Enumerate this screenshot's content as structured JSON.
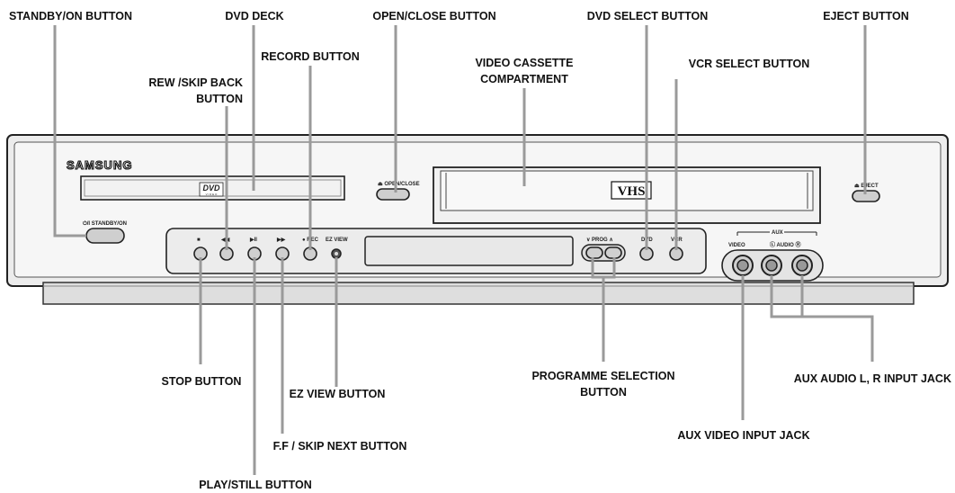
{
  "callouts": {
    "standby_on": "STANDBY/ON BUTTON",
    "dvd_deck": "DVD DECK",
    "open_close": "OPEN/CLOSE BUTTON",
    "dvd_select": "DVD SELECT BUTTON",
    "eject": "EJECT BUTTON",
    "record": "RECORD BUTTON",
    "rew_skip_back_1": "REW /SKIP BACK",
    "rew_skip_back_2": "BUTTON",
    "video_cassette_1": "VIDEO CASSETTE",
    "video_cassette_2": "COMPARTMENT",
    "vcr_select": "VCR SELECT BUTTON",
    "stop": "STOP BUTTON",
    "ez_view": "EZ VIEW BUTTON",
    "ff_skip_next": "F.F / SKIP NEXT BUTTON",
    "play_still": "PLAY/STILL BUTTON",
    "programme_1": "PROGRAMME SELECTION",
    "programme_2": "BUTTON",
    "aux_audio": "AUX AUDIO L, R INPUT JACK",
    "aux_video": "AUX VIDEO INPUT JACK"
  },
  "panel": {
    "brand": "SAMSUNG",
    "standby_label": "⏻/I STANDBY/ON",
    "open_close_label": "⏏ OPEN/CLOSE",
    "eject_label": "⏏ EJECT",
    "vhs_logo": "VHS",
    "dvd_logo": "DVD",
    "dvd_logo_sub": "V I D E O",
    "transport": {
      "stop": "■",
      "rew": "◀◀",
      "play": "▶II",
      "ff": "▶▶",
      "rec": "● REC",
      "ez_view": "EZ VIEW"
    },
    "prog_label": "∨  PROG ∧",
    "dvd_btn": "DVD",
    "vcr_btn": "VCR",
    "aux_label": "AUX",
    "video_label": "VIDEO",
    "audio_label": "Ⓛ AUDIO Ⓡ"
  }
}
